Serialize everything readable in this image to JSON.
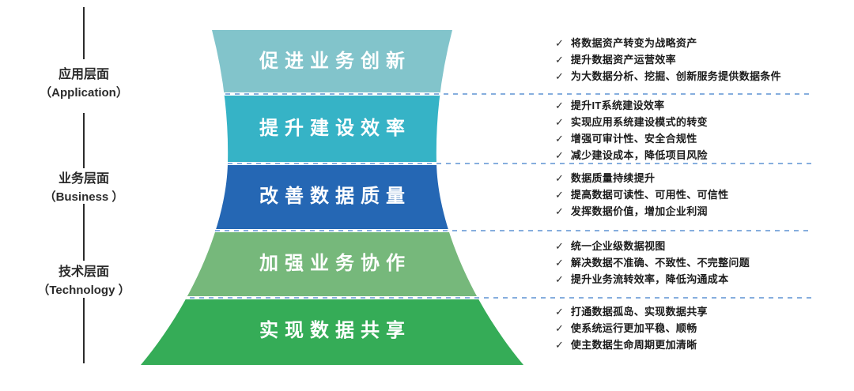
{
  "layers": [
    {
      "zh": "应用层面",
      "en": "（Application）"
    },
    {
      "zh": "业务层面",
      "en": "（Business ）"
    },
    {
      "zh": "技术层面",
      "en": "（Technology ）"
    }
  ],
  "funnel_levels": [
    {
      "title": "促进业务创新",
      "color": "#82C4CB"
    },
    {
      "title": "提升建设效率",
      "color": "#36B3C6"
    },
    {
      "title": "改善数据质量",
      "color": "#2567B4"
    },
    {
      "title": "加强业务协作",
      "color": "#76B87B"
    },
    {
      "title": "实现数据共享",
      "color": "#35AC57"
    }
  ],
  "benefit_groups": [
    {
      "items": [
        "将数据资产转变为战略资产",
        "提升数据资产运营效率",
        "为大数据分析、挖掘、创新服务提供数据条件"
      ]
    },
    {
      "items": [
        "提升IT系统建设效率",
        "实现应用系统建设模式的转变",
        "增强可审计性、安全合规性",
        "减少建设成本，降低项目风险"
      ]
    },
    {
      "items": [
        "数据质量持续提升",
        "提高数据可读性、可用性、可信性",
        "发挥数据价值，增加企业利润"
      ]
    },
    {
      "items": [
        "统一企业级数据视图",
        "解决数据不准确、不致性、不完整问题",
        "提升业务流转效率，降低沟通成本"
      ]
    },
    {
      "items": [
        "打通数据孤岛、实现数据共享",
        "使系统运行更加平稳、顺畅",
        "使主数据生命周期更加清晰"
      ]
    }
  ],
  "icons": {
    "check": "✓"
  },
  "colors": {
    "band_divider": "#FFFFFF",
    "separator_dash": "#76A3DA",
    "axis_line": "#2B2B2B",
    "text": "#1C1C1C"
  }
}
